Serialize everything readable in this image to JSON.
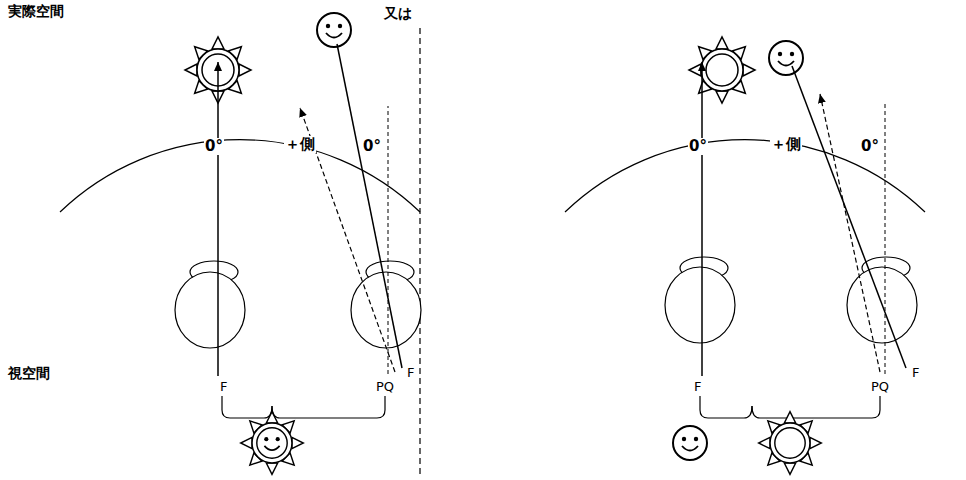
{
  "diagram": {
    "labels": [
      "実際空間",
      "又は",
      "0°",
      "＋側",
      "0°",
      "0°",
      "＋側",
      "0°",
      "F",
      "PQ",
      "F",
      "F",
      "PQ",
      "F",
      "視空間"
    ]
  }
}
